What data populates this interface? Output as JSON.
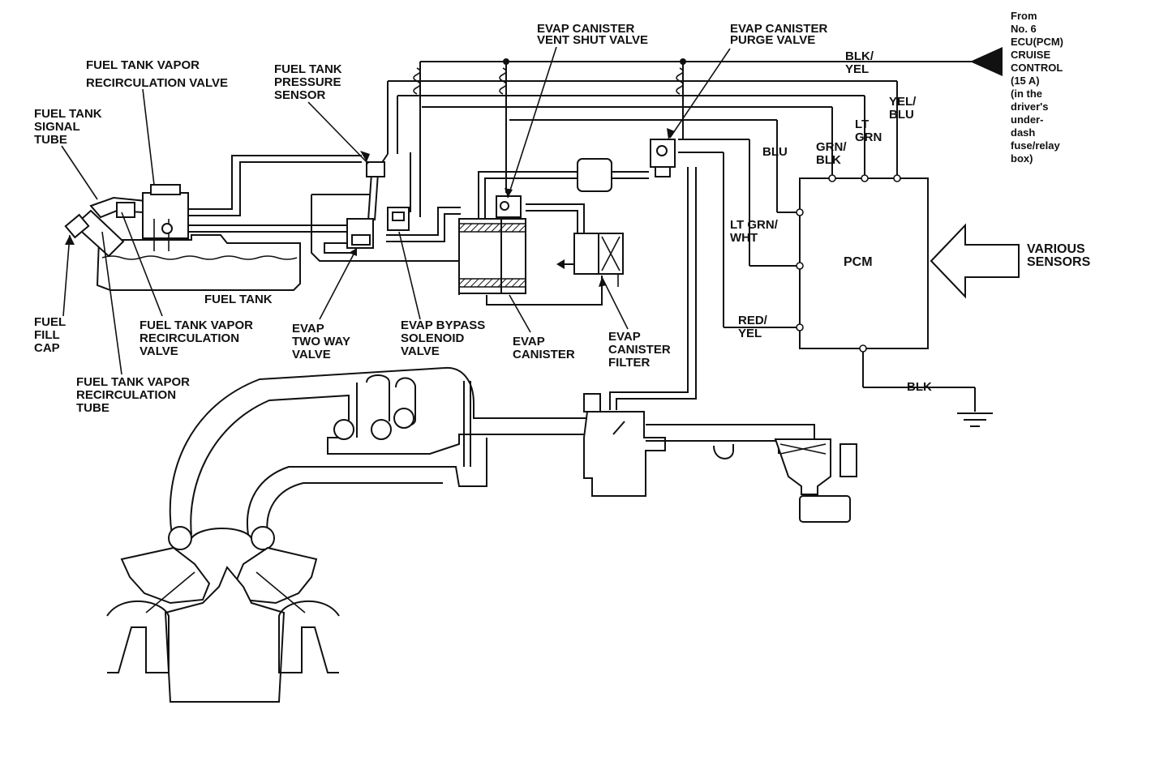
{
  "labels": {
    "fuel_tank_signal_tube": [
      "FUEL TANK",
      "SIGNAL",
      "TUBE"
    ],
    "vapor_recirc_valve_top": [
      "FUEL TANK VAPOR",
      "RECIRCULATION VALVE"
    ],
    "pressure_sensor": [
      "FUEL TANK",
      "PRESSURE",
      "SENSOR"
    ],
    "vent_shut_valve": [
      "EVAP CANISTER",
      "VENT SHUT VALVE"
    ],
    "purge_valve": [
      "EVAP CANISTER",
      "PURGE VALVE"
    ],
    "from_ecu": [
      "From",
      "No. 6",
      "ECU(PCM)",
      "CRUISE",
      "CONTROL",
      "(15 A)",
      "(in the",
      "driver's",
      "under-",
      "dash",
      "fuse/relay",
      "box)"
    ],
    "blk_yel": [
      "BLK/",
      "YEL"
    ],
    "yel_blu": [
      "YEL/",
      "BLU"
    ],
    "lt_grn": [
      "LT",
      "GRN"
    ],
    "grn_blk": [
      "GRN/",
      "BLK"
    ],
    "blu": [
      "BLU"
    ],
    "lt_grn_wht": [
      "LT GRN/",
      "WHT"
    ],
    "pcm": [
      "PCM"
    ],
    "various_sensors": [
      "VARIOUS",
      "SENSORS"
    ],
    "red_yel": [
      "RED/",
      "YEL"
    ],
    "blk": [
      "BLK"
    ],
    "fuel_fill_cap": [
      "FUEL",
      "FILL",
      "CAP"
    ],
    "vapor_recirc_valve_mid": [
      "FUEL TANK VAPOR",
      "RECIRCULATION",
      "VALVE"
    ],
    "vapor_recirc_tube": [
      "FUEL TANK VAPOR",
      "RECIRCULATION",
      "TUBE"
    ],
    "fuel_tank": [
      "FUEL TANK"
    ],
    "two_way_valve": [
      "EVAP",
      "TWO WAY",
      "VALVE"
    ],
    "bypass_solenoid": [
      "EVAP BYPASS",
      "SOLENOID",
      "VALVE"
    ],
    "evap_canister": [
      "EVAP",
      "CANISTER"
    ],
    "canister_filter": [
      "EVAP",
      "CANISTER",
      "FILTER"
    ]
  }
}
